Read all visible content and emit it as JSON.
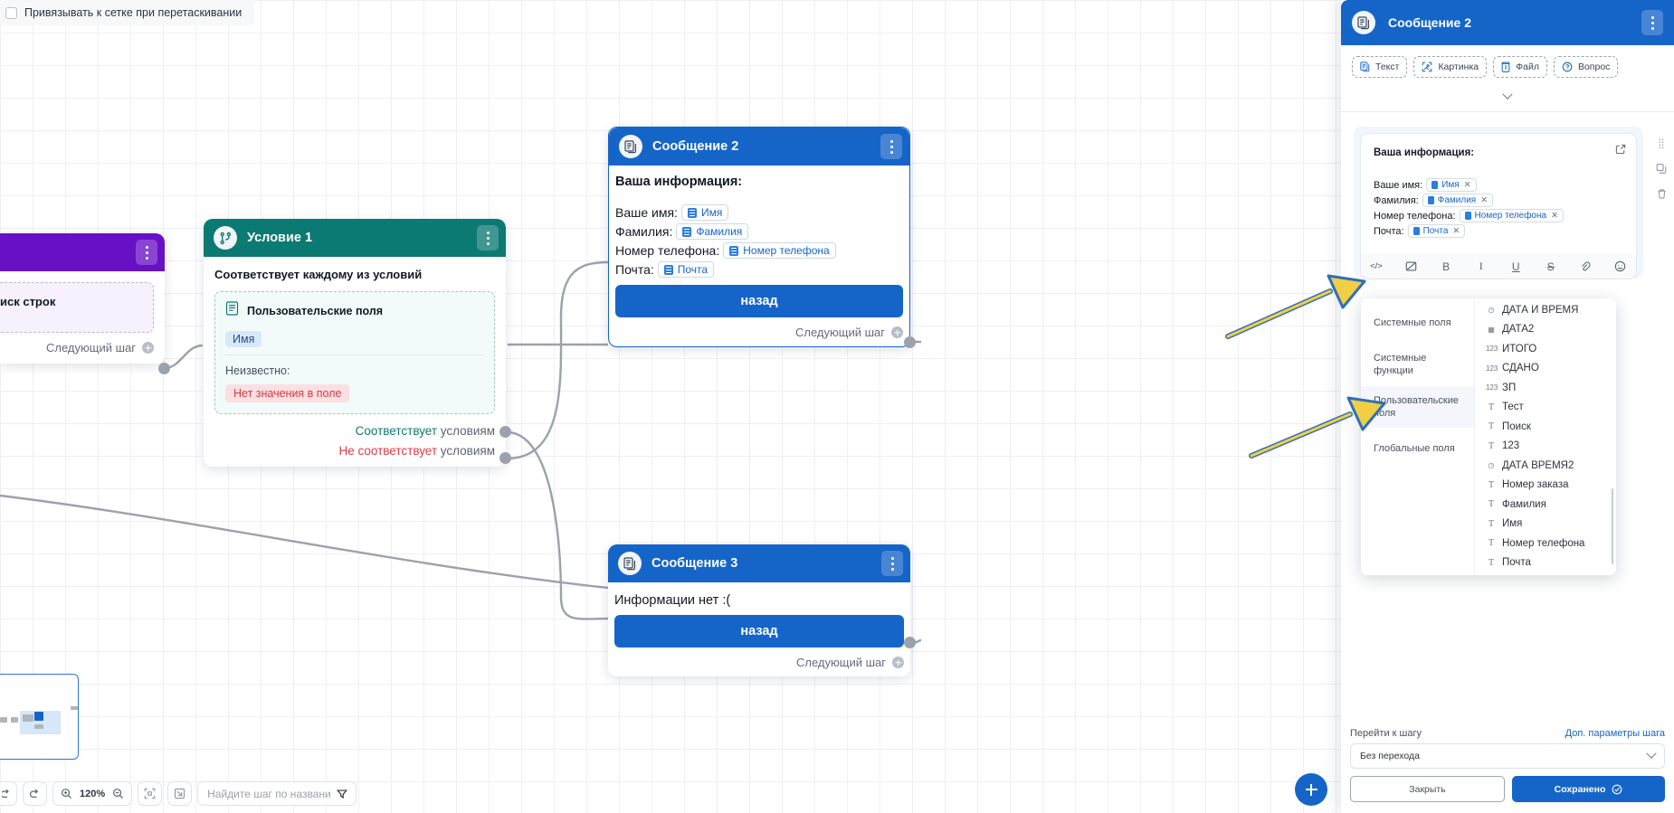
{
  "canvas": {
    "snap_checkbox_label": "Привязывать к сетке при перетаскивании",
    "next_step_label": "Следующий шаг",
    "zoom_level": "120%",
    "search_placeholder": "Найдите шаг по названи",
    "toolbar_icons": [
      "undo-icon",
      "redo-icon",
      "zoom-in-icon",
      "zoom-out-icon",
      "fit-view-icon",
      "collapse-view-icon",
      "filter-icon"
    ]
  },
  "nodes": {
    "purple": {
      "title": "",
      "body_text": "иск строк",
      "next_step_label": "Следующий шаг"
    },
    "condition": {
      "title": "Условие 1",
      "subtitle": "Соответствует каждому из условий",
      "group_label": "Пользовательские поля",
      "field_pill": "Имя",
      "unknown_label": "Неизвестно:",
      "error_label": "Нет значения в поле",
      "out_yes_strong": "Соответствует",
      "out_yes_rest": " условиям",
      "out_no_strong": "Не соответствует",
      "out_no_rest": " условиям"
    },
    "message2": {
      "title": "Сообщение 2",
      "heading": "Ваша информация:",
      "rows": [
        {
          "label": "Ваше имя:",
          "chip": "Имя"
        },
        {
          "label": "Фамилия:",
          "chip": "Фамилия"
        },
        {
          "label": "Номер телефона:",
          "chip": "Номер телефона"
        },
        {
          "label": "Почта:",
          "chip": "Почта"
        }
      ],
      "button_label": "назад",
      "next_step_label": "Следующий шаг"
    },
    "message3": {
      "title": "Сообщение 3",
      "heading": "Информации нет :(",
      "button_label": "назад",
      "next_step_label": "Следующий шаг"
    }
  },
  "panel": {
    "title": "Сообщение 2",
    "tabs": [
      {
        "label": "Текст",
        "icon": "text-icon"
      },
      {
        "label": "Картинка",
        "icon": "image-icon"
      },
      {
        "label": "Файл",
        "icon": "file-icon"
      },
      {
        "label": "Вопрос",
        "icon": "question-icon"
      }
    ],
    "editor": {
      "heading": "Ваша информация:",
      "rows": [
        {
          "label": "Ваше имя:",
          "chip": "Имя"
        },
        {
          "label": "Фамилия:",
          "chip": "Фамилия"
        },
        {
          "label": "Номер телефона:",
          "chip": "Номер телефона"
        },
        {
          "label": "Почта:",
          "chip": "Почта"
        }
      ],
      "remove_glyph": "✕"
    },
    "format_toolbar": [
      {
        "name": "code-icon",
        "glyph": "</>"
      },
      {
        "name": "insert-field-icon",
        "glyph": "▨"
      },
      {
        "name": "bold-icon",
        "glyph": "B"
      },
      {
        "name": "italic-icon",
        "glyph": "I"
      },
      {
        "name": "underline-icon",
        "glyph": "U"
      },
      {
        "name": "strikethrough-icon",
        "glyph": "S"
      },
      {
        "name": "link-icon",
        "glyph": "🔗"
      },
      {
        "name": "emoji-icon",
        "glyph": "☺"
      }
    ],
    "field_dropdown": {
      "categories": [
        {
          "label": "Системные поля",
          "active": false
        },
        {
          "label": "Системные функции",
          "active": false
        },
        {
          "label": "Пользовательские поля",
          "active": true
        },
        {
          "label": "Глобальные поля",
          "active": false
        }
      ],
      "items": [
        {
          "label": "ДАТА И ВРЕМЯ",
          "type": "clock"
        },
        {
          "label": "ДАТА2",
          "type": "calendar"
        },
        {
          "label": "ИТОГО",
          "type": "123"
        },
        {
          "label": "СДАНО",
          "type": "123"
        },
        {
          "label": "ЗП",
          "type": "123"
        },
        {
          "label": "Тест",
          "type": "T"
        },
        {
          "label": "Поиск",
          "type": "T"
        },
        {
          "label": "123",
          "type": "T"
        },
        {
          "label": "ДАТА ВРЕМЯ2",
          "type": "clock"
        },
        {
          "label": "Номер заказа",
          "type": "T"
        },
        {
          "label": "Фамилия",
          "type": "T"
        },
        {
          "label": "Имя",
          "type": "T"
        },
        {
          "label": "Номер телефона",
          "type": "T"
        },
        {
          "label": "Почта",
          "type": "T"
        }
      ]
    },
    "side_actions": [
      "drag-handle-icon",
      "copy-icon",
      "delete-icon"
    ],
    "footer": {
      "goto_label": "Перейти к шагу",
      "extra_params_label": "Доп. параметры шага",
      "select_value": "Без перехода",
      "close_label": "Закрыть",
      "save_label": "Сохранено"
    }
  },
  "colors": {
    "primary": "#1565c9",
    "teal": "#0b7a72",
    "purple": "#6811c4",
    "error": "#e03b45",
    "annotation_fill": "#f5c842",
    "annotation_stroke": "#2f6fba"
  }
}
